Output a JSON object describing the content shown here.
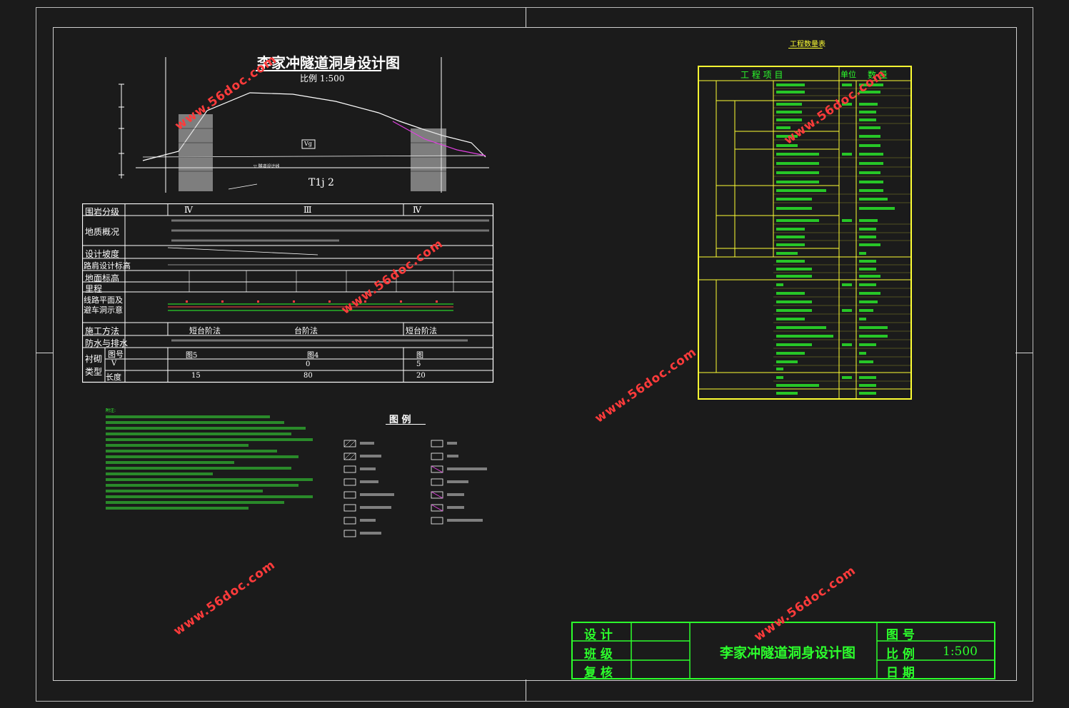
{
  "drawing": {
    "title": "李家冲隧道洞身设计图",
    "scale": "比例 1:500",
    "stratum_label": "T1j 2",
    "stratum_code": "Ⅴg"
  },
  "profile_table": {
    "rows": [
      "围岩分级",
      "地质概况",
      "设计坡度",
      "路肩设计标高",
      "地面标高",
      "里程",
      "线路平面及避车洞示意",
      "施工方法",
      "防水与排水"
    ],
    "grades": [
      "Ⅳ",
      "Ⅲ",
      "Ⅳ"
    ],
    "methods": [
      "短台阶法",
      "台阶法",
      "短台阶法"
    ],
    "lining_label": "衬砌类型",
    "lining_sub": [
      "图号",
      "Ⅴ",
      "长度"
    ],
    "lining_cols": {
      "fig": [
        "图5",
        "图4",
        "图"
      ],
      "v": [
        "",
        "0",
        "5"
      ],
      "len": [
        "15",
        "80",
        "20"
      ]
    }
  },
  "quantities": {
    "title": "工程数量表",
    "headers": [
      "工 程 项 目",
      "单位",
      "数 量"
    ]
  },
  "notes_title": "附注:",
  "legend": {
    "title": "图 例"
  },
  "title_block": {
    "design": "设 计",
    "class": "班 级",
    "review": "复 核",
    "name": "李家冲隧道洞身设计图",
    "figno": "图 号",
    "scale_label": "比 例",
    "scale_value": "1:500",
    "date": "日 期"
  },
  "watermark": "www.56doc.com",
  "colors": {
    "background": "#1b1b1b",
    "line": "#ffffff",
    "green": "#2cff2c",
    "yellow": "#ffff33",
    "watermark": "#ff3b3b"
  }
}
